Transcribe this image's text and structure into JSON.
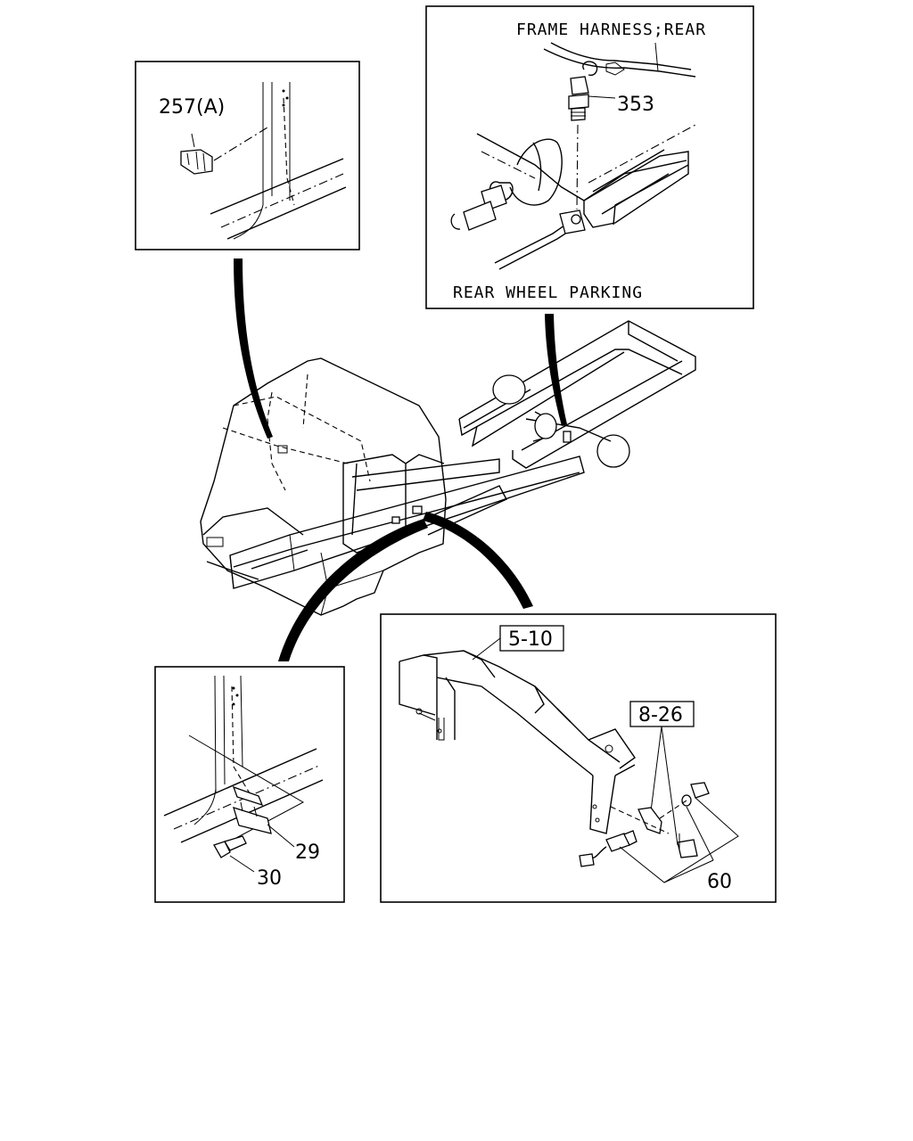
{
  "callouts": {
    "harness": "FRAME HARNESS;REAR",
    "parking": "REAR WHEEL PARKING",
    "part_257a": "257(A)",
    "part_353": "353",
    "ref_5_10": "5-10",
    "ref_8_26": "8-26",
    "part_29": "29",
    "part_30": "30",
    "part_60": "60"
  }
}
